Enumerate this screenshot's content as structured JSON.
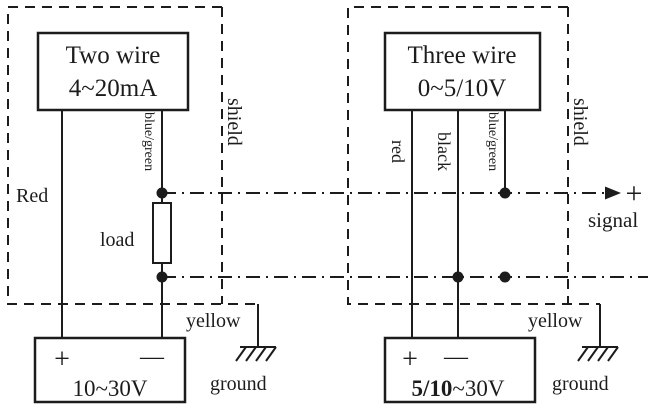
{
  "left_circuit": {
    "title_line1": "Two wire",
    "title_line2": "4~20mA",
    "red_label": "Red",
    "bluegreen_label": "blue/green",
    "shield_label": "shield",
    "load_label": "load",
    "plus": "+",
    "minus": "—",
    "voltage": "10~30V",
    "yellow_label": "yellow",
    "ground_label": "ground"
  },
  "right_circuit": {
    "title_line1": "Three wire",
    "title_line2": "0~5/10V",
    "red_label": "red",
    "black_label": "black",
    "bluegreen_label": "blue/green",
    "shield_label": "shield",
    "plus": "+",
    "minus": "—",
    "voltage_bold": "5/10",
    "voltage_rest": "~30V",
    "yellow_label": "yellow",
    "ground_label": "ground"
  },
  "signal_output": {
    "plus": "+",
    "label": "signal"
  },
  "colors": {
    "line": "#1c1c1c",
    "background": "#ffffff"
  }
}
